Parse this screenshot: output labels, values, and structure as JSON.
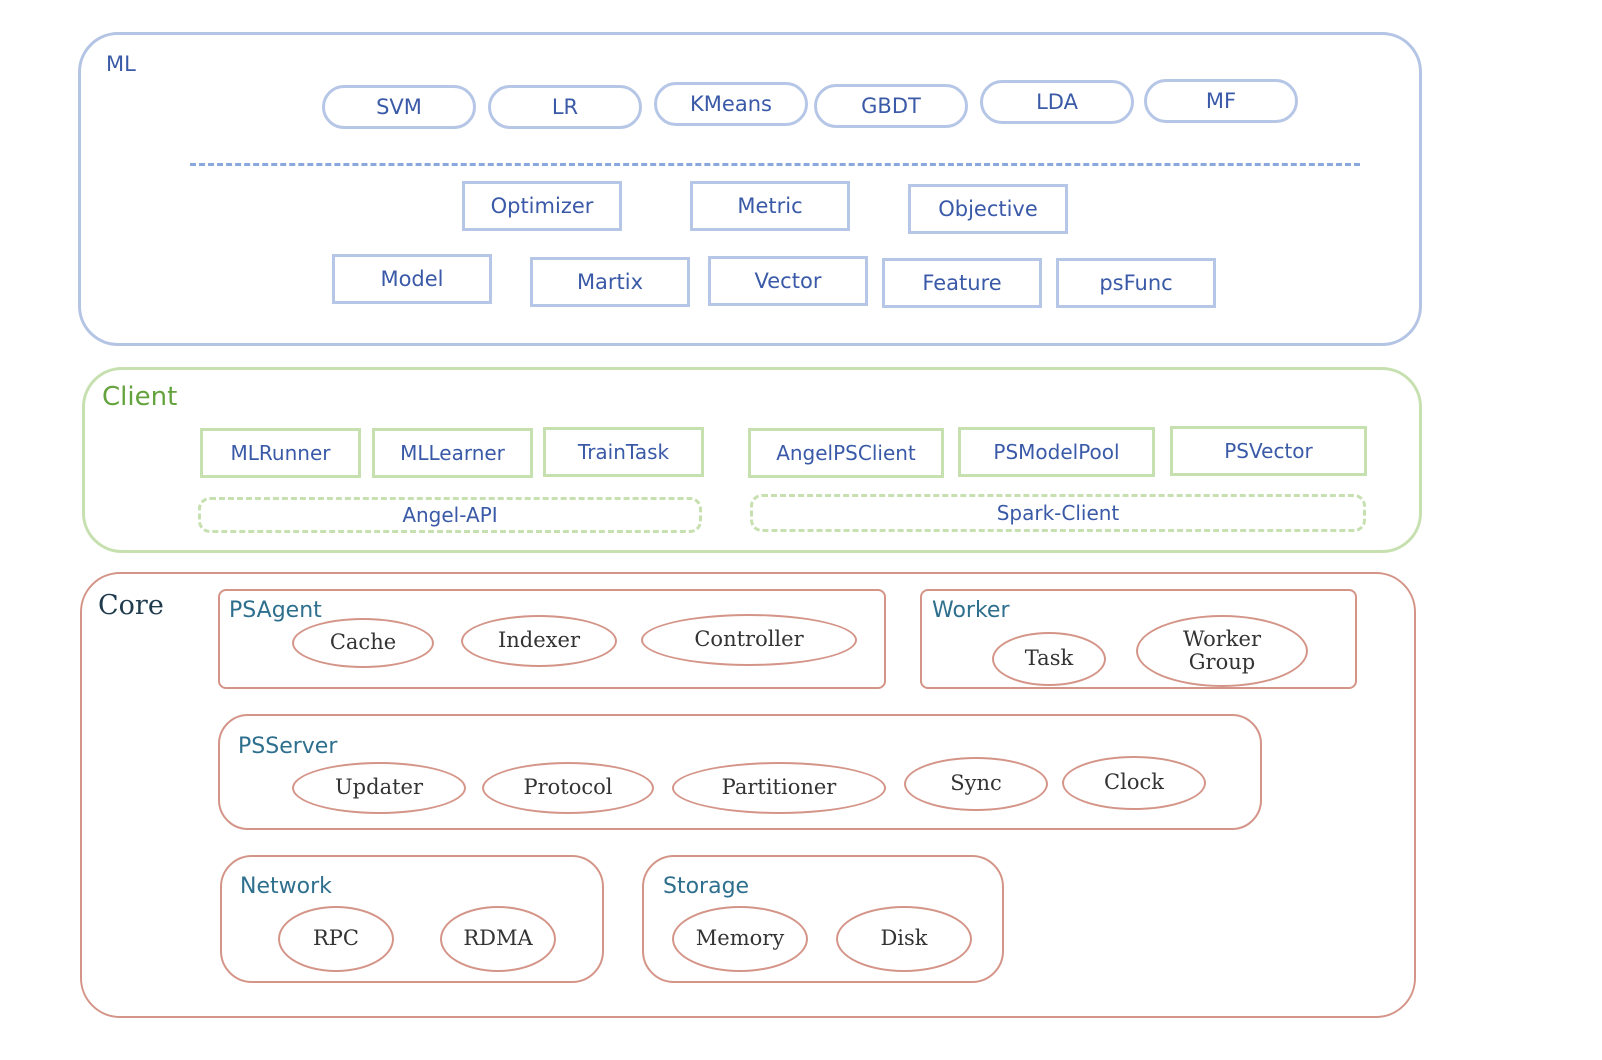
{
  "ml": {
    "title": "ML",
    "algorithms": [
      "SVM",
      "LR",
      "KMeans",
      "GBDT",
      "LDA",
      "MF"
    ],
    "row2": [
      "Optimizer",
      "Metric",
      "Objective"
    ],
    "row3": [
      "Model",
      "Martix",
      "Vector",
      "Feature",
      "psFunc"
    ]
  },
  "client": {
    "title": "Client",
    "angel_boxes": [
      "MLRunner",
      "MLLearner",
      "TrainTask"
    ],
    "spark_boxes": [
      "AngelPSClient",
      "PSModelPool",
      "PSVector"
    ],
    "angel_api": "Angel-API",
    "spark_client": "Spark-Client"
  },
  "core": {
    "title": "Core",
    "psagent": {
      "title": "PSAgent",
      "items": [
        "Cache",
        "Indexer",
        "Controller"
      ]
    },
    "worker": {
      "title": "Worker",
      "items": [
        "Task",
        "Worker Group"
      ]
    },
    "psserver": {
      "title": "PSServer",
      "items": [
        "Updater",
        "Protocol",
        "Partitioner",
        "Sync",
        "Clock"
      ]
    },
    "network": {
      "title": "Network",
      "items": [
        "RPC",
        "RDMA"
      ]
    },
    "storage": {
      "title": "Storage",
      "items": [
        "Memory",
        "Disk"
      ]
    }
  },
  "colors": {
    "ml_border": "#b4c4e4",
    "client_border": "#c7e0b0",
    "core_border": "#d49588",
    "text_blue": "#3a5aa8"
  }
}
